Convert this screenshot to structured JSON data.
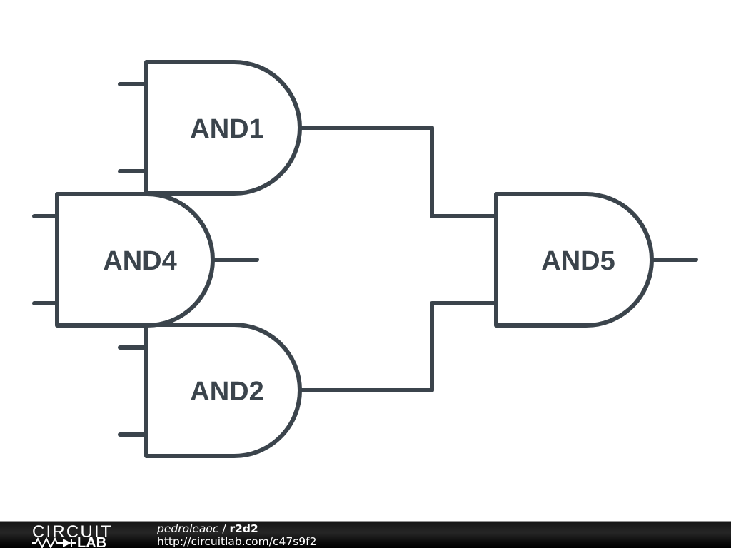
{
  "diagram": {
    "stroke_color": "#3b444c",
    "label_color": "#3b444c",
    "background": "#ffffff",
    "gates": [
      {
        "label": "AND1",
        "type": "AND",
        "inputs": 2,
        "outputs": 1
      },
      {
        "label": "AND4",
        "type": "AND",
        "inputs": 2,
        "outputs": 1
      },
      {
        "label": "AND2",
        "type": "AND",
        "inputs": 2,
        "outputs": 1
      },
      {
        "label": "AND5",
        "type": "AND",
        "inputs": 2,
        "outputs": 1
      }
    ],
    "connections": [
      "AND1.OUT -> AND5.IN1",
      "AND2.OUT -> AND5.IN2",
      "AND4.OUT -> unconnected",
      "AND5.OUT -> unconnected"
    ]
  },
  "footer": {
    "background": "#000000",
    "top_border_color": "#919191",
    "text_color": "#ffffff",
    "logo": {
      "top": "CIRCUIT",
      "bottom": "LAB"
    },
    "credit": {
      "author": "pedroleaoc",
      "separator": " / ",
      "title": "r2d2"
    },
    "url": "http://circuitlab.com/c47s9f2"
  }
}
